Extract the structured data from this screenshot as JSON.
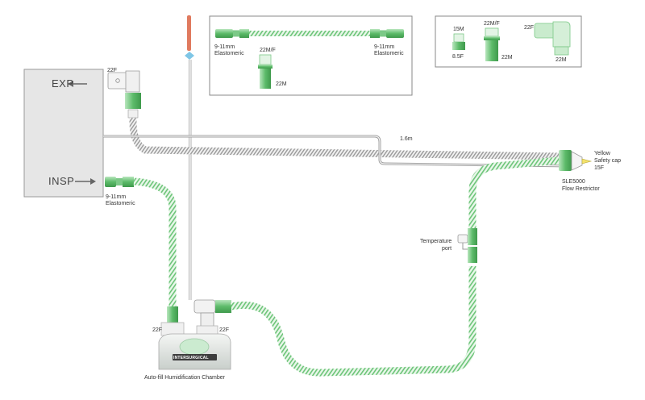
{
  "ventilator": {
    "exp_label": "EXP",
    "insp_label": "INSP"
  },
  "labels": {
    "exp_port": "22F",
    "insp_connector": [
      "9-11mm",
      "Elastomeric"
    ],
    "tube_length": "1.6m",
    "safety_cap": [
      "Yellow",
      "Safety cap",
      "15F"
    ],
    "flow_restrictor": [
      "SLE5000",
      "Flow Restrictor"
    ],
    "temperature_port": [
      "Temperature",
      "port"
    ],
    "chamber_left": "22F",
    "chamber_right": "22F",
    "chamber": "Auto-fill Humidification Chamber",
    "chamber_brand": "INTERSURGICAL"
  },
  "inset_tube": {
    "left_connector": [
      "9-11mm",
      "Elastomeric"
    ],
    "right_connector": [
      "9-11mm",
      "Elastomeric"
    ],
    "adapter_top": "22M/F",
    "adapter_bottom": "22M"
  },
  "inset_adapters": {
    "a_top": "15M",
    "a_bottom": "8.5F",
    "b_top": "22M/F",
    "b_bottom": "22M",
    "elbow_left": "22F",
    "elbow_bottom": "22M"
  },
  "colors": {
    "green": "#62bd6f",
    "green_light": "#c9ebcd",
    "green_pale": "#e3f4e5",
    "grey": "#9a9a9a",
    "ventilator_fill": "#e6e6e6",
    "probe": "#e07a5f"
  }
}
